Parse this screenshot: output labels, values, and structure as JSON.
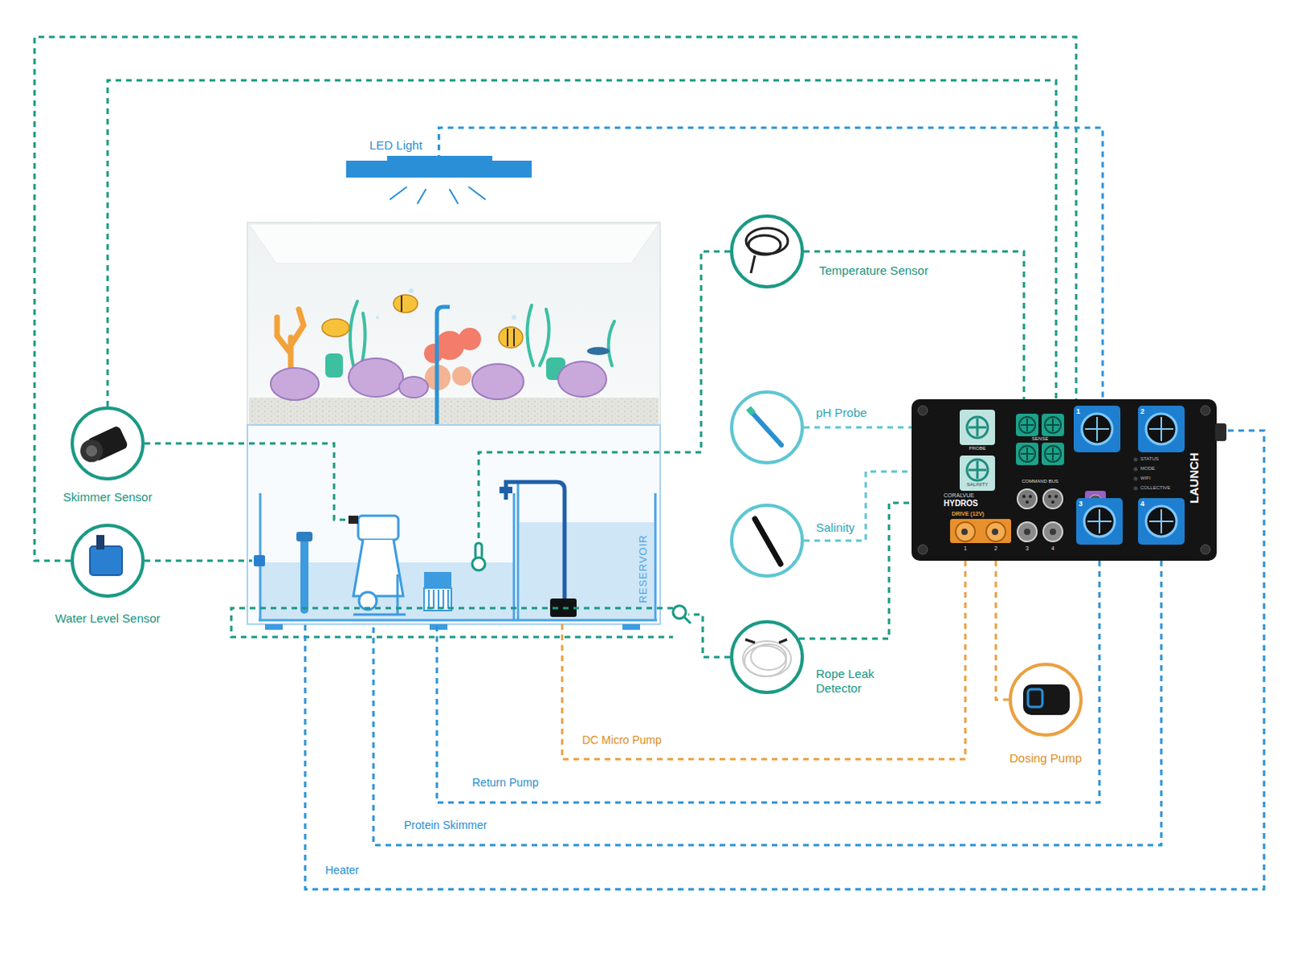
{
  "diagram": {
    "nodes": [
      {
        "text": [
          "LED Light"
        ]
      },
      {
        "text": [
          "Temperature Sensor"
        ]
      },
      {
        "text": [
          "pH Probe"
        ]
      },
      {
        "text": [
          "Skimmer Sensor"
        ]
      },
      {
        "text": [
          "LAUNCH"
        ]
      },
      {
        "text": [
          "Salinity"
        ]
      },
      {
        "text": [
          "Water Level Sensor"
        ]
      },
      {
        "text": [
          "RESERVOIR"
        ]
      },
      {
        "text": [
          "Rope Leak Detector"
        ]
      },
      {
        "text": [
          "Dosing Pump"
        ]
      }
    ],
    "edges": [
      {
        "from": 1,
        "to": 4,
        "arrow": "none"
      },
      {
        "from": 2,
        "to": 4,
        "arrow": "none"
      },
      {
        "from": 3,
        "to": 4,
        "arrow": "none"
      },
      {
        "from": 5,
        "to": 4,
        "arrow": "none"
      },
      {
        "from": 6,
        "to": 4,
        "arrow": "none"
      },
      {
        "from": 0,
        "to": 4,
        "arrow": "none"
      },
      {
        "from": 8,
        "to": 4,
        "arrow": "none"
      },
      {
        "from": 9,
        "to": 4,
        "arrow": "none"
      },
      {
        "from": 4,
        "to": 7,
        "label": "DC Micro Pump",
        "arrow": "none"
      }
    ],
    "labels": [
      "Return Pump",
      "Protein Skimmer",
      "Heater",
      "CORALVUE",
      "HYDROS",
      "PROBE",
      "SALINITY",
      "SENSE",
      "COMMAND BUS",
      "DRIVE (12V)",
      "1",
      "2",
      "3",
      "4",
      "1",
      "2",
      "3",
      "4",
      "STATUS",
      "MODE",
      "WIFI",
      "COLLECTIVE"
    ]
  }
}
